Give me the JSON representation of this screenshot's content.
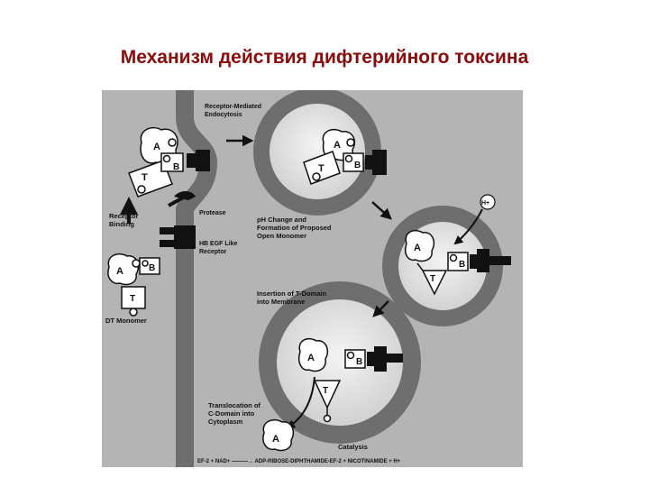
{
  "slide": {
    "title": "Механизм действия дифтерийного токсина"
  },
  "figure": {
    "labels": {
      "endocytosis": [
        "Receptor-Mediated",
        "Endocytosis"
      ],
      "receptor_binding": [
        "Receptor",
        "Binding"
      ],
      "protease": "Protease",
      "hb_egf": [
        "HB EGF Like",
        "Receptor"
      ],
      "dt_monomer": "DT Monomer",
      "ph_change": [
        "pH Change and",
        "Formation of Proposed",
        "Open Monomer"
      ],
      "proton": "H+",
      "insertion": [
        "Insertion of T-Domain",
        "into Membrane"
      ],
      "translocation": [
        "Translocation of",
        "C-Domain into",
        "Cytoplasm"
      ],
      "catalysis": "Catalysis",
      "equation": "EF-2  +  NAD+  ———→  ADP-RIBOSE-DIPHTHAMIDE-EF-2  +  NICOTINAMIDE  +  H+"
    },
    "domain_letters": {
      "a": "A",
      "b": "B",
      "t": "T"
    },
    "colors": {
      "background": "#b4b4b4",
      "membrane": "#6e6e6e",
      "vesicle_inner": "#e2e2e2",
      "title": "#8b0a0a"
    }
  }
}
